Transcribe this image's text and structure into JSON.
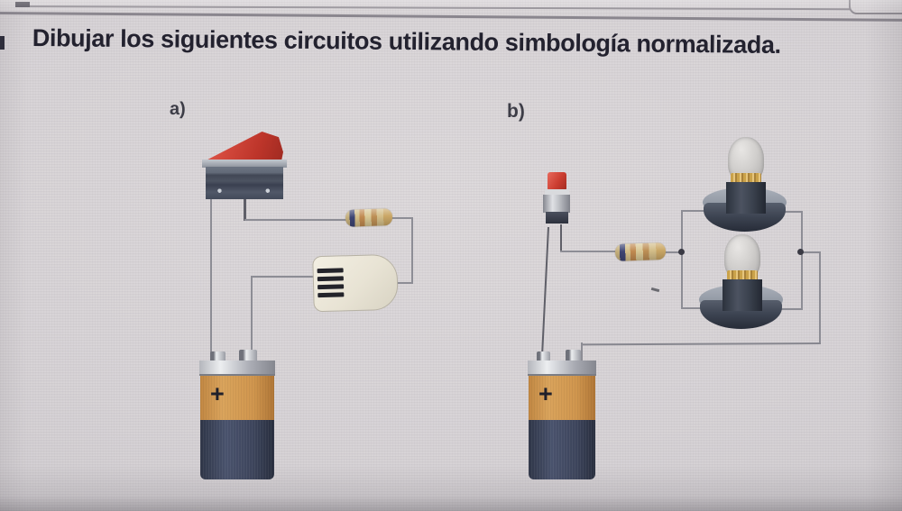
{
  "document": {
    "instruction": "Dibujar los siguientes circuitos utilizando simbología normalizada."
  },
  "circuit_a": {
    "label": "a)",
    "battery_polarity": "+",
    "component_names": [
      "rocker-switch",
      "resistor",
      "buzzer",
      "9v-battery"
    ]
  },
  "circuit_b": {
    "label": "b)",
    "battery_polarity": "+",
    "component_names": [
      "push-button",
      "resistor",
      "light-bulb",
      "light-bulb",
      "9v-battery"
    ]
  },
  "colors": {
    "paper": "#d5d1d4",
    "ink": "#23222f",
    "wire": "#8d8d95",
    "rule": "#918d94",
    "switch_red": "#c8392c",
    "button_red": "#cb3d30",
    "resistor_body": "#d3bd88",
    "resistor_band_blue": "#3d4472",
    "battery_orange": "#d0964e",
    "battery_navy": "#3c445b",
    "metal_silver": "#b9bbc1",
    "bulb_base": "#3e4553",
    "buzzer_body": "#e9e4d6"
  }
}
